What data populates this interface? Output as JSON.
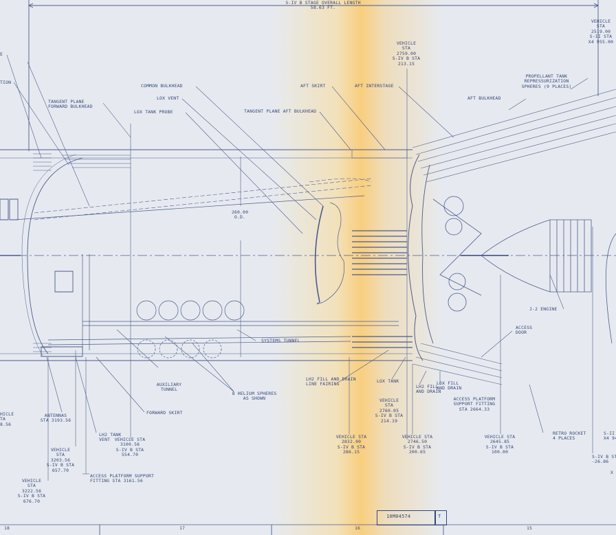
{
  "drawing": {
    "overall_length": "S-IV B STAGE OVERALL LENGTH\n58.63 FT.",
    "diameter": "260.00\nO.D.",
    "labels": {
      "tangent_plane_forward": "TANGENT PLANE\nFORWARD BULKHEAD",
      "common_bulkhead": "COMMON BULKHEAD",
      "lox_vent": "LOX VENT",
      "lox_tank_probe": "LOX TANK PROBE",
      "tangent_plane_aft": "TANGENT PLANE AFT BULKHEAD",
      "aft_skirt": "AFT SKIRT",
      "aft_interstage": "AFT INTERSTAGE",
      "aft_bulkhead": "AFT BULKHEAD",
      "propellant_tank": "PROPELLANT TANK\nREPRESSURIZATION\nSPHERES (9 PLACES)",
      "systems_tunnel": "SYSTEMS TUNNEL",
      "j2_engine": "J-2 ENGINE",
      "access_door": "ACCESS\nDOOR",
      "auxiliary_tunnel": "AUXILIARY\nTUNNEL",
      "helium_spheres": "8 HELIUM SPHERES\nAS SHOWN",
      "forward_skirt": "FORWARD SKIRT",
      "lh2_fill": "LH2 FILL AND DRAIN\nLINE FAIRING",
      "lox_tank": "LOX TANK",
      "lh2_fill_drain": "LH2 FILL\nAND DRAIN",
      "lox_fill": "LOX FILL\nAND DRAIN",
      "access_platform": "ACCESS PLATFORM\nSUPPORT FITTING\nSTA 2664.33",
      "antennas": "ANTENNAS\nSTA 3193.56",
      "lh2_vent": "LH2 TANK\nVENT",
      "retro_rocket": "RETRO ROCKET\n4 PLACES",
      "access_platform_left": "ACCESS PLATFORM SUPPORT\nFITTING STA 3161.56",
      "edge_e": "E",
      "edge_tion": "TION"
    },
    "stations": {
      "top_2759": "VEHICLE\nSTA\n2759.00\nS-IV B STA\n213.15",
      "top_right": "VEHICLE\nSTA\n2519.00\nS-II STA\nX4 955.00",
      "s2760": "VEHICLE\nSTA\n2760.05\nS-IV B STA\n214.19",
      "s3100": "VEHICLE STA\n3100.56\nS-IV B STA\n554.70",
      "s3203": "VEHICLE\nSTA\n3203.56\nS-IV B STA\n657.70",
      "s3222": "VEHICLE\nSTA\n3222.56\nS-IV B STA\n676.70",
      "s2832": "VEHICLE STA\n2832.00\nS-IV B STA\n286.15",
      "s2746": "VEHICLE STA\n2746.50\nS-IV B STA\n200.65",
      "s2645": "VEHICLE STA\n2645.85\nS-IV B STA\n100.00",
      "left_partial": "HICLE\nTA\n8.56",
      "right_partial": "S-IV B ST\n-26.86",
      "right_partial2": "S-II S\nX4 94",
      "right_x": "X"
    },
    "title_block": {
      "drawing_number": "10M04574",
      "sheet_letter": "T"
    },
    "zones": [
      "18",
      "17",
      "16",
      "15"
    ]
  }
}
